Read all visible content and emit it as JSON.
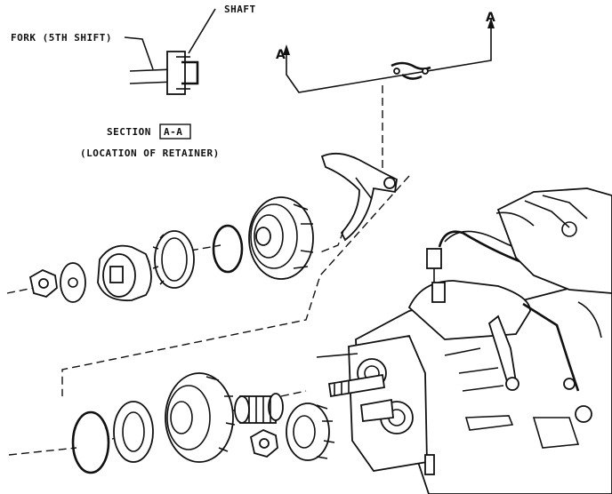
{
  "labels": {
    "shaft": "SHAFT",
    "fork": "FORK (5TH SHIFT)",
    "section_prefix": "SECTION",
    "section_id": "A-A",
    "location": "(LOCATION OF RETAINER)",
    "arrow_left": "A",
    "arrow_right": "A"
  },
  "colors": {
    "ink": "#111111",
    "paper": "#ffffff"
  }
}
